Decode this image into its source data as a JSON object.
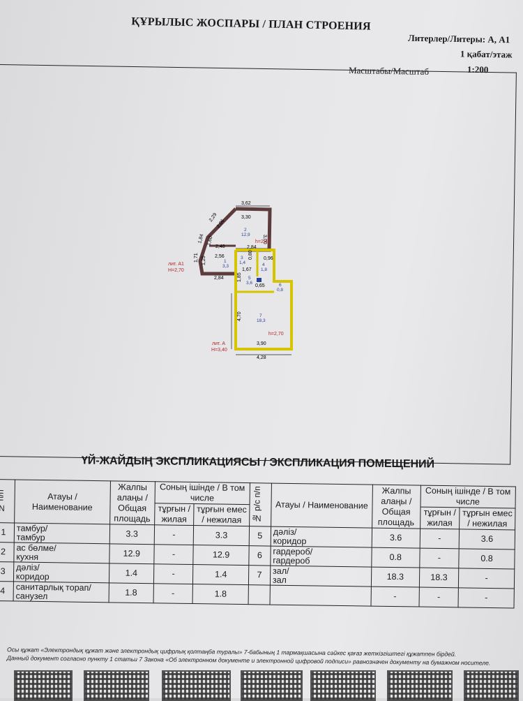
{
  "header": {
    "title": "ҚҰРЫЛЫС ЖОСПАРЫ / ПЛАН СТРОЕНИЯ",
    "literals": "Литерлер/Литеры: А, А1",
    "floor": "1 қабат/этаж",
    "scale_label": "Масштабы/Масштаб",
    "scale_value": "1:200"
  },
  "plan": {
    "dims": {
      "top_outer": "3,62",
      "top_inner": "3,30",
      "right_upper": "3,00",
      "diag_outer": "2,29",
      "diag_inner": "2,06",
      "left_outer": "1,84",
      "left_inner": "1,60",
      "mid_a": "2,48",
      "mid_b": "2,84",
      "mid_c": "2,56",
      "left_small": "1,71",
      "left_small2": "1,25",
      "bottom_a1": "2,84",
      "corr_w": "1,67",
      "corr_h": "0,96",
      "bath_w": "0,80",
      "corr5_h": "1,85",
      "wardrobe": "0,65",
      "hall_h": "4,70",
      "hall_w": "3,90",
      "bottom_outer": "4,28"
    },
    "rooms": {
      "r1_no": "1",
      "r1_area": "3,3",
      "r2_no": "2",
      "r2_area": "12,9",
      "r3_no": "3",
      "r3_area": "1,4",
      "r4_no": "4",
      "r4_area": "1,8",
      "r5_no": "5",
      "r5_area": "3,6",
      "r6_no": "6",
      "r6_area": "0,8",
      "r7_no": "7",
      "r7_area": "18,3"
    },
    "heights": {
      "h_upper": "h=2,40",
      "h_hall": "h=2,70"
    },
    "labels": {
      "a1_name": "лит. А1",
      "a1_h": "Н=2,70",
      "a_name": "лит. А",
      "a_h": "Н=3,40"
    }
  },
  "explication": {
    "title": "ҮЙ-ЖАЙДЫҢ ЭКСПЛИКАЦИЯСЫ / ЭКСПЛИКАЦИЯ ПОМЕЩЕНИЙ",
    "headers": {
      "no": "№ п/п",
      "name": "Атауы / Наименование",
      "total": "Жалпы алаңы / Общая площадь",
      "including": "Соның ішінде / В том числе",
      "living": "тұрғын / жилая",
      "nonliving": "тұрғын емес / нежилая",
      "no_r": "№ р/с п/п",
      "name_r": "Атауы / Наименование",
      "total_r": "Жалпы алаңы / Общая площадь",
      "including_r": "Соның ішінде / В том числе",
      "living_r": "тұрғын / жилая",
      "nonliving_r": "тұрғын емес / нежилая"
    },
    "left_rows": [
      {
        "no": "1",
        "name_kz": "тамбур/",
        "name_ru": "тамбур",
        "total": "3.3",
        "living": "-",
        "nonliving": "3.3"
      },
      {
        "no": "2",
        "name_kz": "ас бөлме/",
        "name_ru": "кухня",
        "total": "12.9",
        "living": "-",
        "nonliving": "12.9"
      },
      {
        "no": "3",
        "name_kz": "дәліз/",
        "name_ru": "коридор",
        "total": "1.4",
        "living": "-",
        "nonliving": "1.4"
      },
      {
        "no": "4",
        "name_kz": "санитарлық торап/",
        "name_ru": "санузел",
        "total": "1.8",
        "living": "-",
        "nonliving": "1.8"
      }
    ],
    "right_rows": [
      {
        "no": "5",
        "name_kz": "дәліз/",
        "name_ru": "коридор",
        "total": "3.6",
        "living": "-",
        "nonliving": "3.6"
      },
      {
        "no": "6",
        "name_kz": "гардероб/",
        "name_ru": "гардероб",
        "total": "0.8",
        "living": "-",
        "nonliving": "0.8"
      },
      {
        "no": "7",
        "name_kz": "зал/",
        "name_ru": "зал",
        "total": "18.3",
        "living": "18.3",
        "nonliving": "-"
      },
      {
        "no": "",
        "name_kz": "",
        "name_ru": "",
        "total": "-",
        "living": "-",
        "nonliving": "-"
      }
    ]
  },
  "footer": {
    "line1": "Осы құжат «Электрондық құжат және электрондық цифрлық қолтаңба туралы» 7-бабының 1 тармақшасына сәйкес қағаз жеткізгіштегі құжатпен бірдей.",
    "line2": "Данный документ согласно пункту 1 статьи 7 Закона «Об электронном документе и электронной цифровой подписи» равнозначен документу на бумажном носителе."
  }
}
